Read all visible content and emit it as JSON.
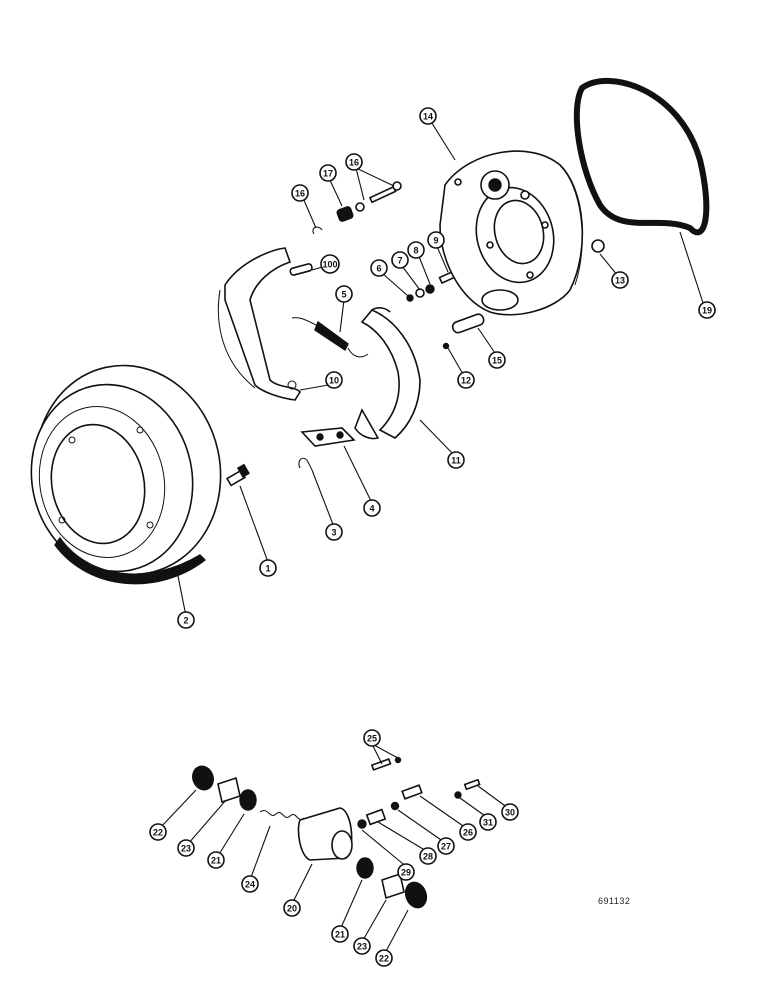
{
  "drawing_id": "691132",
  "callouts": [
    {
      "id": "c1",
      "label": "1"
    },
    {
      "id": "c2",
      "label": "2"
    },
    {
      "id": "c3",
      "label": "3"
    },
    {
      "id": "c4",
      "label": "4"
    },
    {
      "id": "c5",
      "label": "5"
    },
    {
      "id": "c6",
      "label": "6"
    },
    {
      "id": "c7",
      "label": "7"
    },
    {
      "id": "c8",
      "label": "8"
    },
    {
      "id": "c9",
      "label": "9"
    },
    {
      "id": "c10",
      "label": "10"
    },
    {
      "id": "c11",
      "label": "11"
    },
    {
      "id": "c12",
      "label": "12"
    },
    {
      "id": "c13",
      "label": "13"
    },
    {
      "id": "c14",
      "label": "14"
    },
    {
      "id": "c15",
      "label": "15"
    },
    {
      "id": "c16a",
      "label": "16"
    },
    {
      "id": "c16b",
      "label": "16"
    },
    {
      "id": "c17",
      "label": "17"
    },
    {
      "id": "c19",
      "label": "19"
    },
    {
      "id": "c100",
      "label": "100"
    },
    {
      "id": "c22a",
      "label": "22"
    },
    {
      "id": "c23a",
      "label": "23"
    },
    {
      "id": "c21a",
      "label": "21"
    },
    {
      "id": "c24",
      "label": "24"
    },
    {
      "id": "c20",
      "label": "20"
    },
    {
      "id": "c21b",
      "label": "21"
    },
    {
      "id": "c23b",
      "label": "23"
    },
    {
      "id": "c22b",
      "label": "22"
    },
    {
      "id": "c25",
      "label": "25"
    },
    {
      "id": "c26",
      "label": "26"
    },
    {
      "id": "c27",
      "label": "27"
    },
    {
      "id": "c28",
      "label": "28"
    },
    {
      "id": "c29",
      "label": "29"
    },
    {
      "id": "c31",
      "label": "31"
    },
    {
      "id": "c30",
      "label": "30"
    }
  ]
}
